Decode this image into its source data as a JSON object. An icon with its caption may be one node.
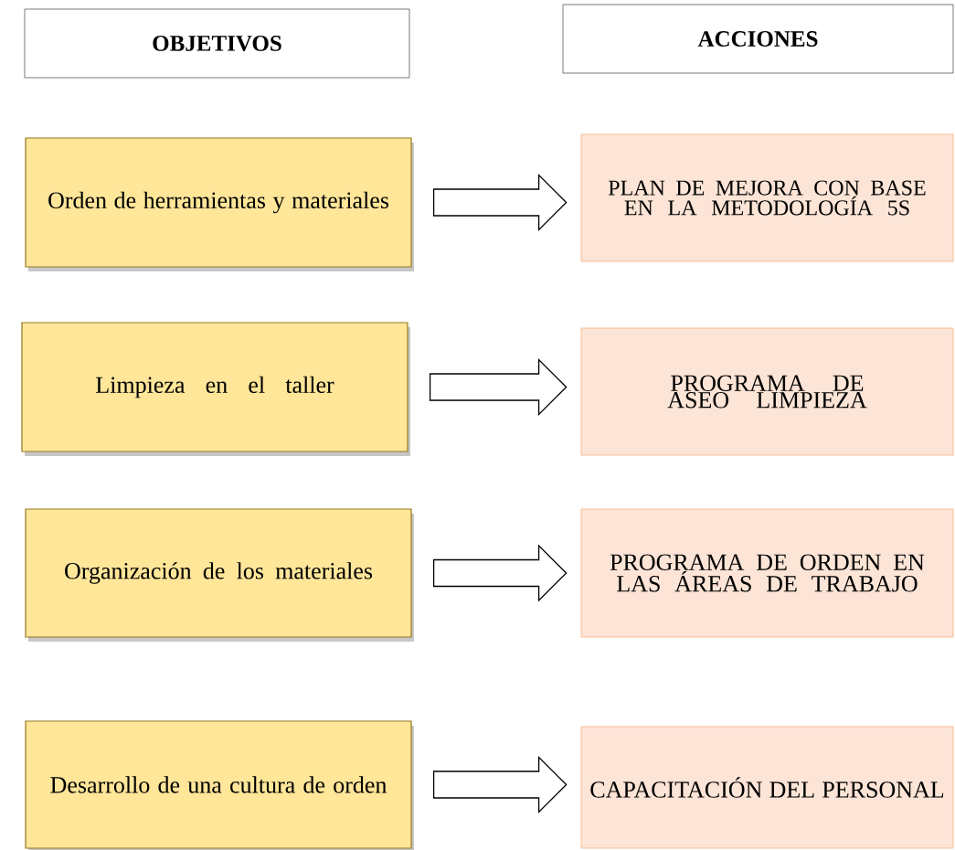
{
  "diagram": {
    "nodes": [
      {
        "text": [
          "OBJETIVOS"
        ]
      },
      {
        "text": [
          "ACCIONES"
        ]
      },
      {
        "text": [
          "Orden de herramientas y materiales"
        ]
      },
      {
        "text": [
          "PLAN DE MEJORA CON BASE EN LA METODOLOGÍA 5S"
        ]
      },
      {
        "text": [
          "Limpieza en el taller"
        ]
      },
      {
        "text": [
          "PROGRAMA DE ASEO LIMPIEZA"
        ]
      },
      {
        "text": [
          "Organización de los materiales"
        ]
      },
      {
        "text": [
          "PROGRAMA DE ORDEN EN LAS ÁREAS DE TRABAJO"
        ]
      },
      {
        "text": [
          "Desarrollo de una cultura de orden"
        ]
      },
      {
        "text": [
          "CAPACITACIÓN DEL PERSONAL"
        ]
      }
    ],
    "edges": [
      {
        "from": 2,
        "to": 3,
        "arrow": "to"
      },
      {
        "from": 4,
        "to": 5,
        "arrow": "to"
      },
      {
        "from": 6,
        "to": 7,
        "arrow": "to"
      },
      {
        "from": 8,
        "to": 9,
        "arrow": "to"
      }
    ]
  }
}
